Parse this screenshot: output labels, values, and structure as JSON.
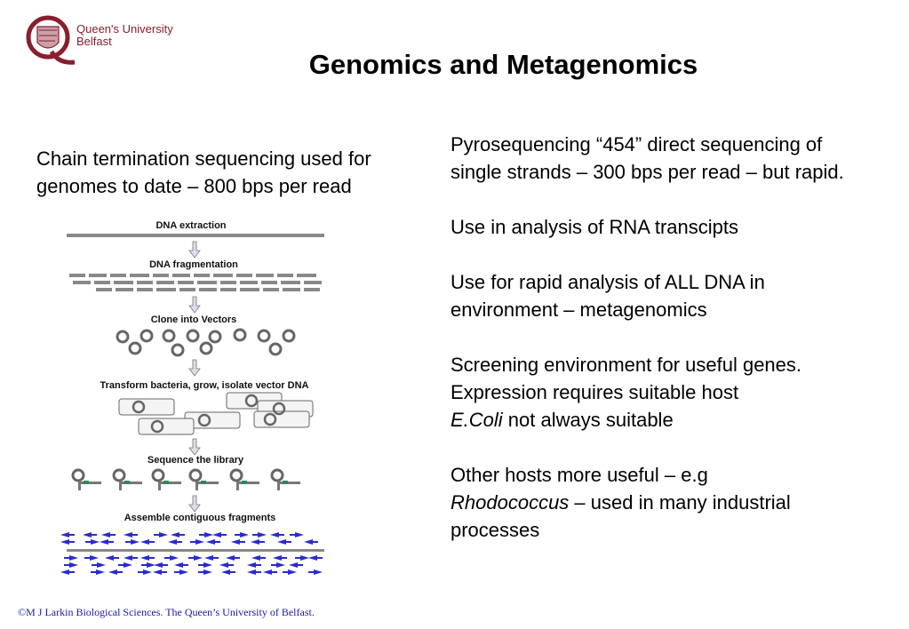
{
  "logo": {
    "line1": "Queen's University",
    "line2": "Belfast"
  },
  "title": "Genomics and Metagenomics",
  "left_text": "Chain termination sequencing used for genomes to date – 800 bps per read",
  "diagram": {
    "steps": [
      "DNA extraction",
      "DNA fragmentation",
      "Clone into Vectors",
      "Transform bacteria, grow, isolate vector DNA",
      "Sequence the library",
      "Assemble contiguous fragments"
    ]
  },
  "right": {
    "p1": "Pyrosequencing “454” direct sequencing of single strands – 300 bps per read – but rapid.",
    "p2": "Use in analysis of RNA transcipts",
    "p3": "Use for  rapid analysis of ALL DNA in environment – metagenomics",
    "p4": "Screening environment for useful genes.",
    "p5": "Expression requires suitable host",
    "p6_italic": "E.Coli",
    "p6_rest": " not always suitable",
    "p7_line1": "Other hosts more useful – e.g",
    "p7_italic": "Rhodococcus",
    "p7_rest": " – used in many industrial processes"
  },
  "footer": "©M J Larkin  Biological Sciences. The  Queen’s University of Belfast.",
  "colors": {
    "logo": "#8a1e2e",
    "footer": "#1a1aa0",
    "arrow_blue": "#2a2ad0"
  }
}
